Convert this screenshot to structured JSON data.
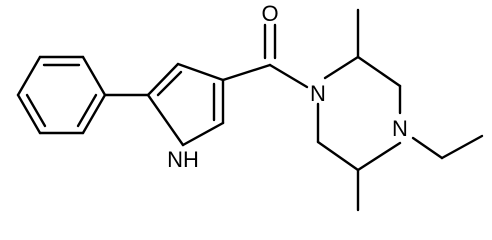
{
  "atoms": {
    "oxygen": "O",
    "pyrrole_nh": "NH",
    "amide_n": "N",
    "amine_n": "N"
  }
}
